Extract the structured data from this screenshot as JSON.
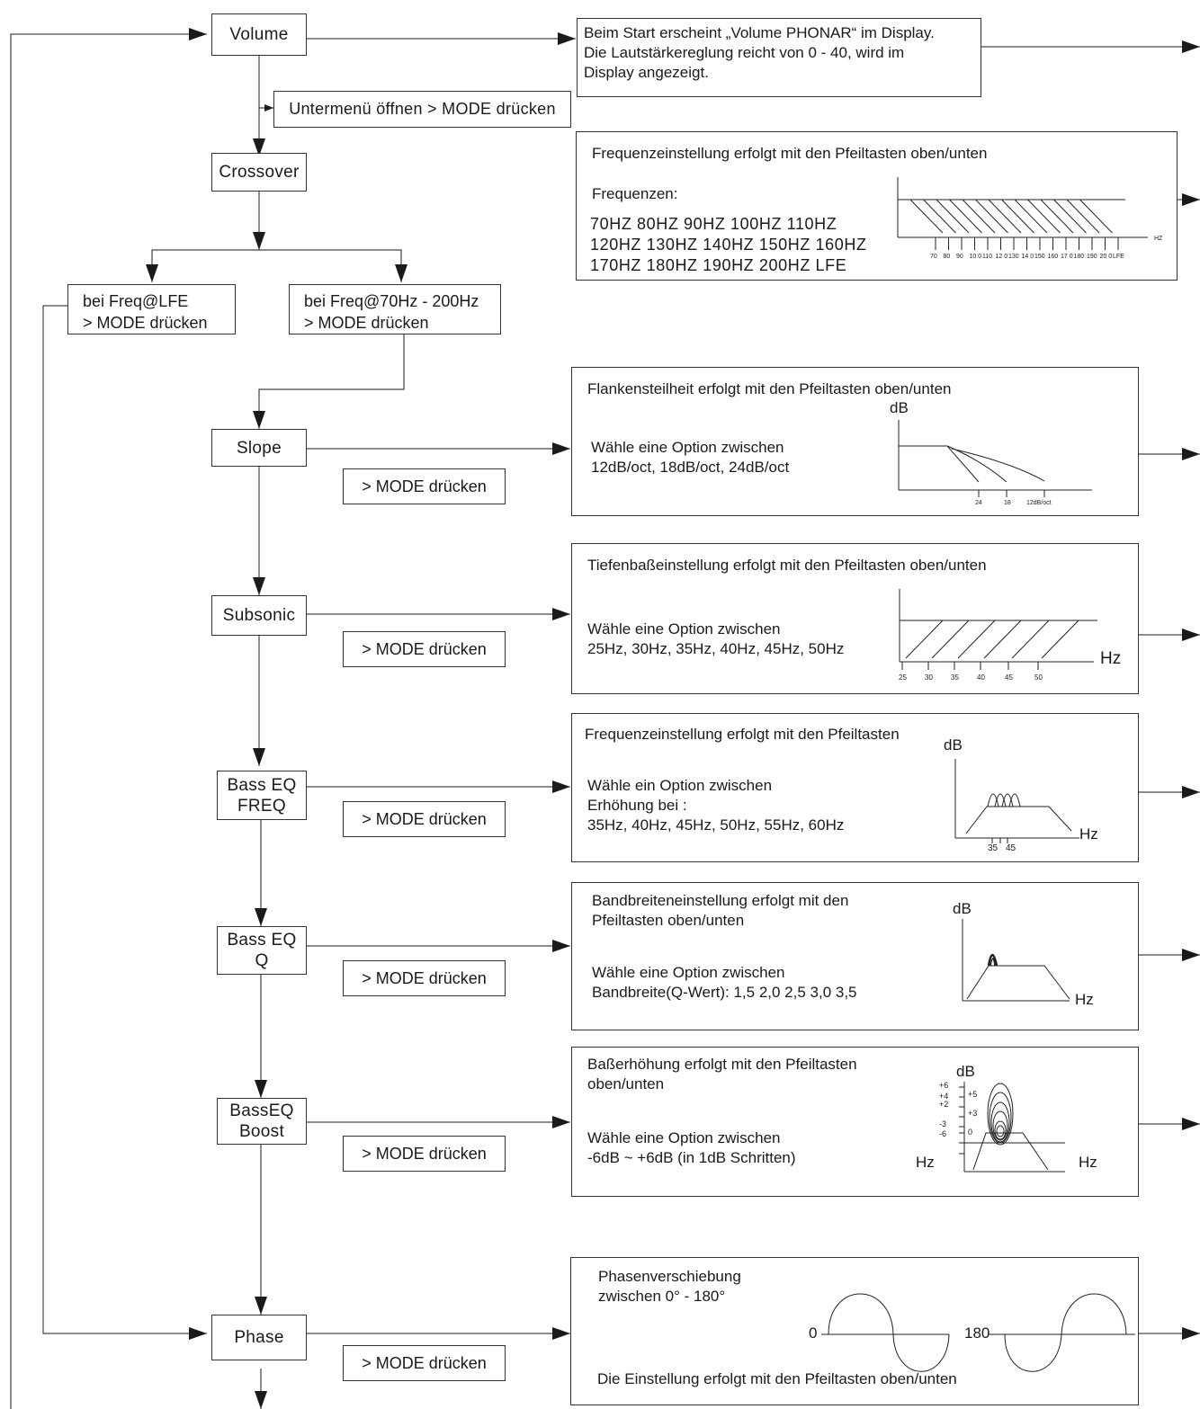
{
  "flow": {
    "volume": "Volume",
    "submenu": "Untermenü öffnen > MODE drücken",
    "crossover": "Crossover",
    "lfe_branch": "bei Freq@LFE\n> MODE drücken",
    "range_branch": "bei Freq@70Hz - 200Hz\n> MODE drücken",
    "slope": "Slope",
    "subsonic": "Subsonic",
    "bass_eq_freq": "Bass EQ\nFREQ",
    "bass_eq_q": "Bass EQ\nQ",
    "bass_eq_boost": "BassEQ\nBoost",
    "phase": "Phase",
    "mode_press": "> MODE drücken"
  },
  "volume_info": {
    "text": "Beim Start erscheint „Volume PHONAR“ im Display.\nDie Lautstärkereglung reicht von 0 - 40, wird im\nDisplay angezeigt."
  },
  "crossover_info": {
    "heading": "Frequenzeinstellung erfolgt mit den Pfeiltasten oben/unten",
    "label": "Frequenzen:",
    "frequencies": "70HZ  80HZ  90HZ  100HZ  110HZ\n120HZ  130HZ  140HZ  150HZ  160HZ\n170HZ  180HZ  190HZ  200HZ  LFE",
    "ticks": [
      "70",
      "80",
      "90",
      "10 0",
      "110",
      "12 0",
      "130",
      "14 0",
      "150",
      "160",
      "17 0",
      "180",
      "190",
      "20 0",
      "LFE"
    ],
    "unit": "HZ"
  },
  "slope_info": {
    "heading": "Flankensteilheit erfolgt mit den Pfeiltasten oben/unten",
    "text": "Wähle eine Option zwischen\n12dB/oct, 18dB/oct, 24dB/oct",
    "y_label": "dB",
    "ticks": [
      "24",
      "18",
      "12dB/oct"
    ]
  },
  "subsonic_info": {
    "heading": "Tiefenbaßeinstellung erfolgt mit den Pfeiltasten oben/unten",
    "text": "Wähle eine Option zwischen\n25Hz, 30Hz, 35Hz, 40Hz, 45Hz, 50Hz",
    "x_unit": "Hz",
    "ticks": [
      "25",
      "30",
      "35",
      "40",
      "45",
      "50"
    ]
  },
  "freq_info": {
    "heading": "Frequenzeinstellung erfolgt mit den Pfeiltasten",
    "text": "Wähle ein Option zwischen\nErhöhung bei :\n35Hz, 40Hz, 45Hz, 50Hz, 55Hz, 60Hz",
    "y_label": "dB",
    "x_unit": "Hz",
    "ticks": [
      "35",
      "45"
    ]
  },
  "q_info": {
    "heading": "Bandbreiteneinstellung erfolgt mit den\nPfeiltasten oben/unten",
    "text": "Wähle eine Option zwischen\nBandbreite(Q-Wert): 1,5  2,0  2,5  3,0  3,5",
    "y_label": "dB",
    "x_unit": "Hz"
  },
  "boost_info": {
    "heading": "Baßerhöhung erfolgt mit den Pfeiltasten\noben/unten",
    "text": "Wähle eine Option zwischen\n-6dB ~ +6dB (in 1dB Schritten)",
    "y_label": "dB",
    "x_unit": "Hz",
    "left_unit": "Hz",
    "scale_left": [
      "+6",
      "+4",
      "+2",
      "-3",
      "-6"
    ],
    "scale_right": [
      "+5",
      "+3",
      "0"
    ]
  },
  "phase_info": {
    "heading": "Phasenverschiebung\nzwischen 0° - 180°",
    "start": "0",
    "mid": "180",
    "footer": "Die Einstellung erfolgt mit den Pfeiltasten oben/unten"
  }
}
